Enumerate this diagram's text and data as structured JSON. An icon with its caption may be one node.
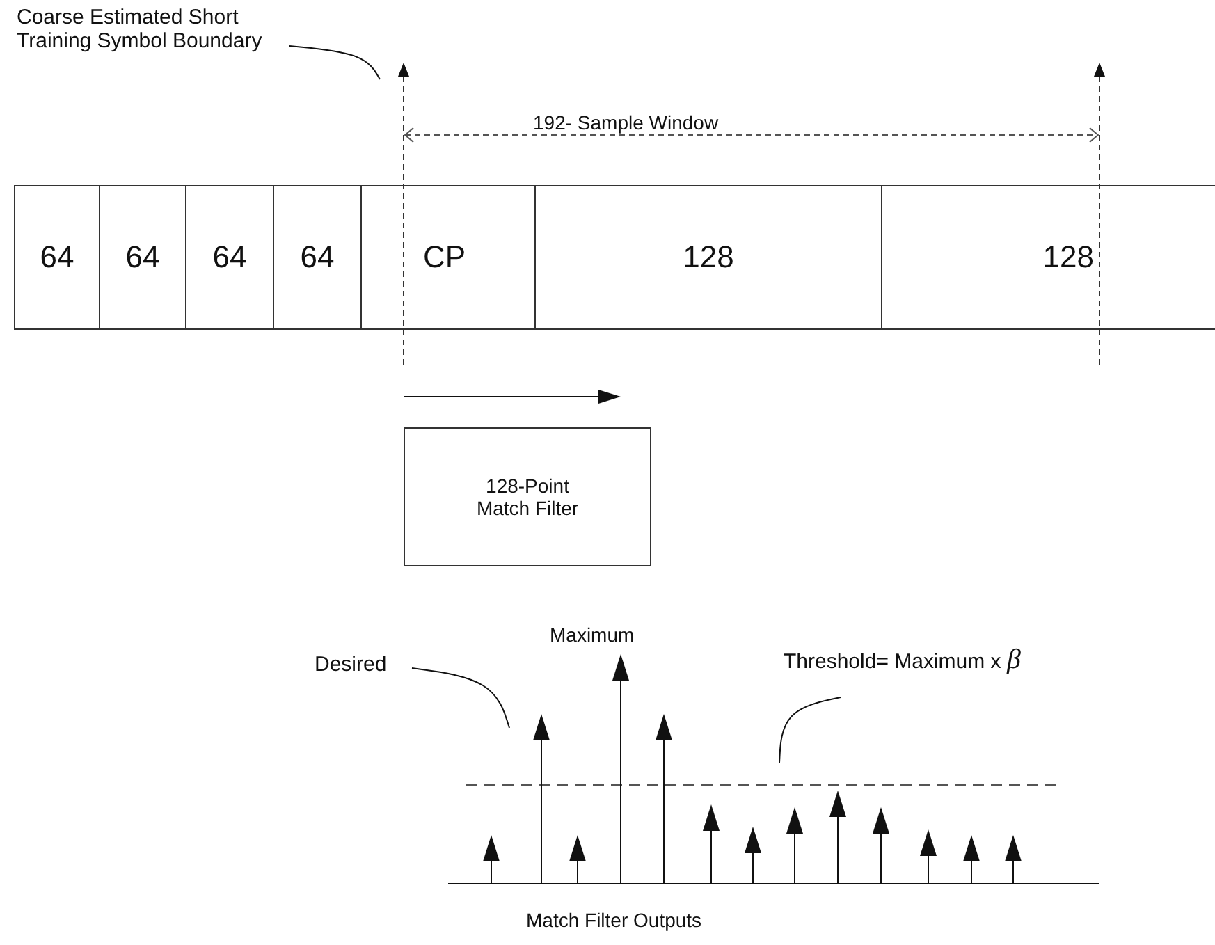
{
  "diagram": {
    "nodes": [
      {
        "text": [
          "Coarse Estimated Short Training Symbol Boundary"
        ]
      },
      {
        "text": [
          "64"
        ]
      },
      {
        "text": [
          "64"
        ]
      },
      {
        "text": [
          "64"
        ]
      },
      {
        "text": [
          "64"
        ]
      },
      {
        "text": [
          "CP"
        ]
      },
      {
        "text": [
          "128"
        ]
      },
      {
        "text": [
          "128"
        ]
      },
      {
        "text": [
          "128-Point Match Filter"
        ]
      },
      {
        "text": [
          "Desired"
        ]
      },
      {
        "text": [
          "Threshold= Maximum x *β*"
        ]
      }
    ],
    "edges": [
      {
        "from": 0,
        "to": null,
        "arrow": "none"
      },
      {
        "from": 9,
        "to": null,
        "arrow": "none"
      },
      {
        "from": 10,
        "to": null,
        "arrow": "none"
      }
    ],
    "labels": [
      "192- Sample Window",
      "Maximum",
      "Match Filter Outputs"
    ]
  }
}
